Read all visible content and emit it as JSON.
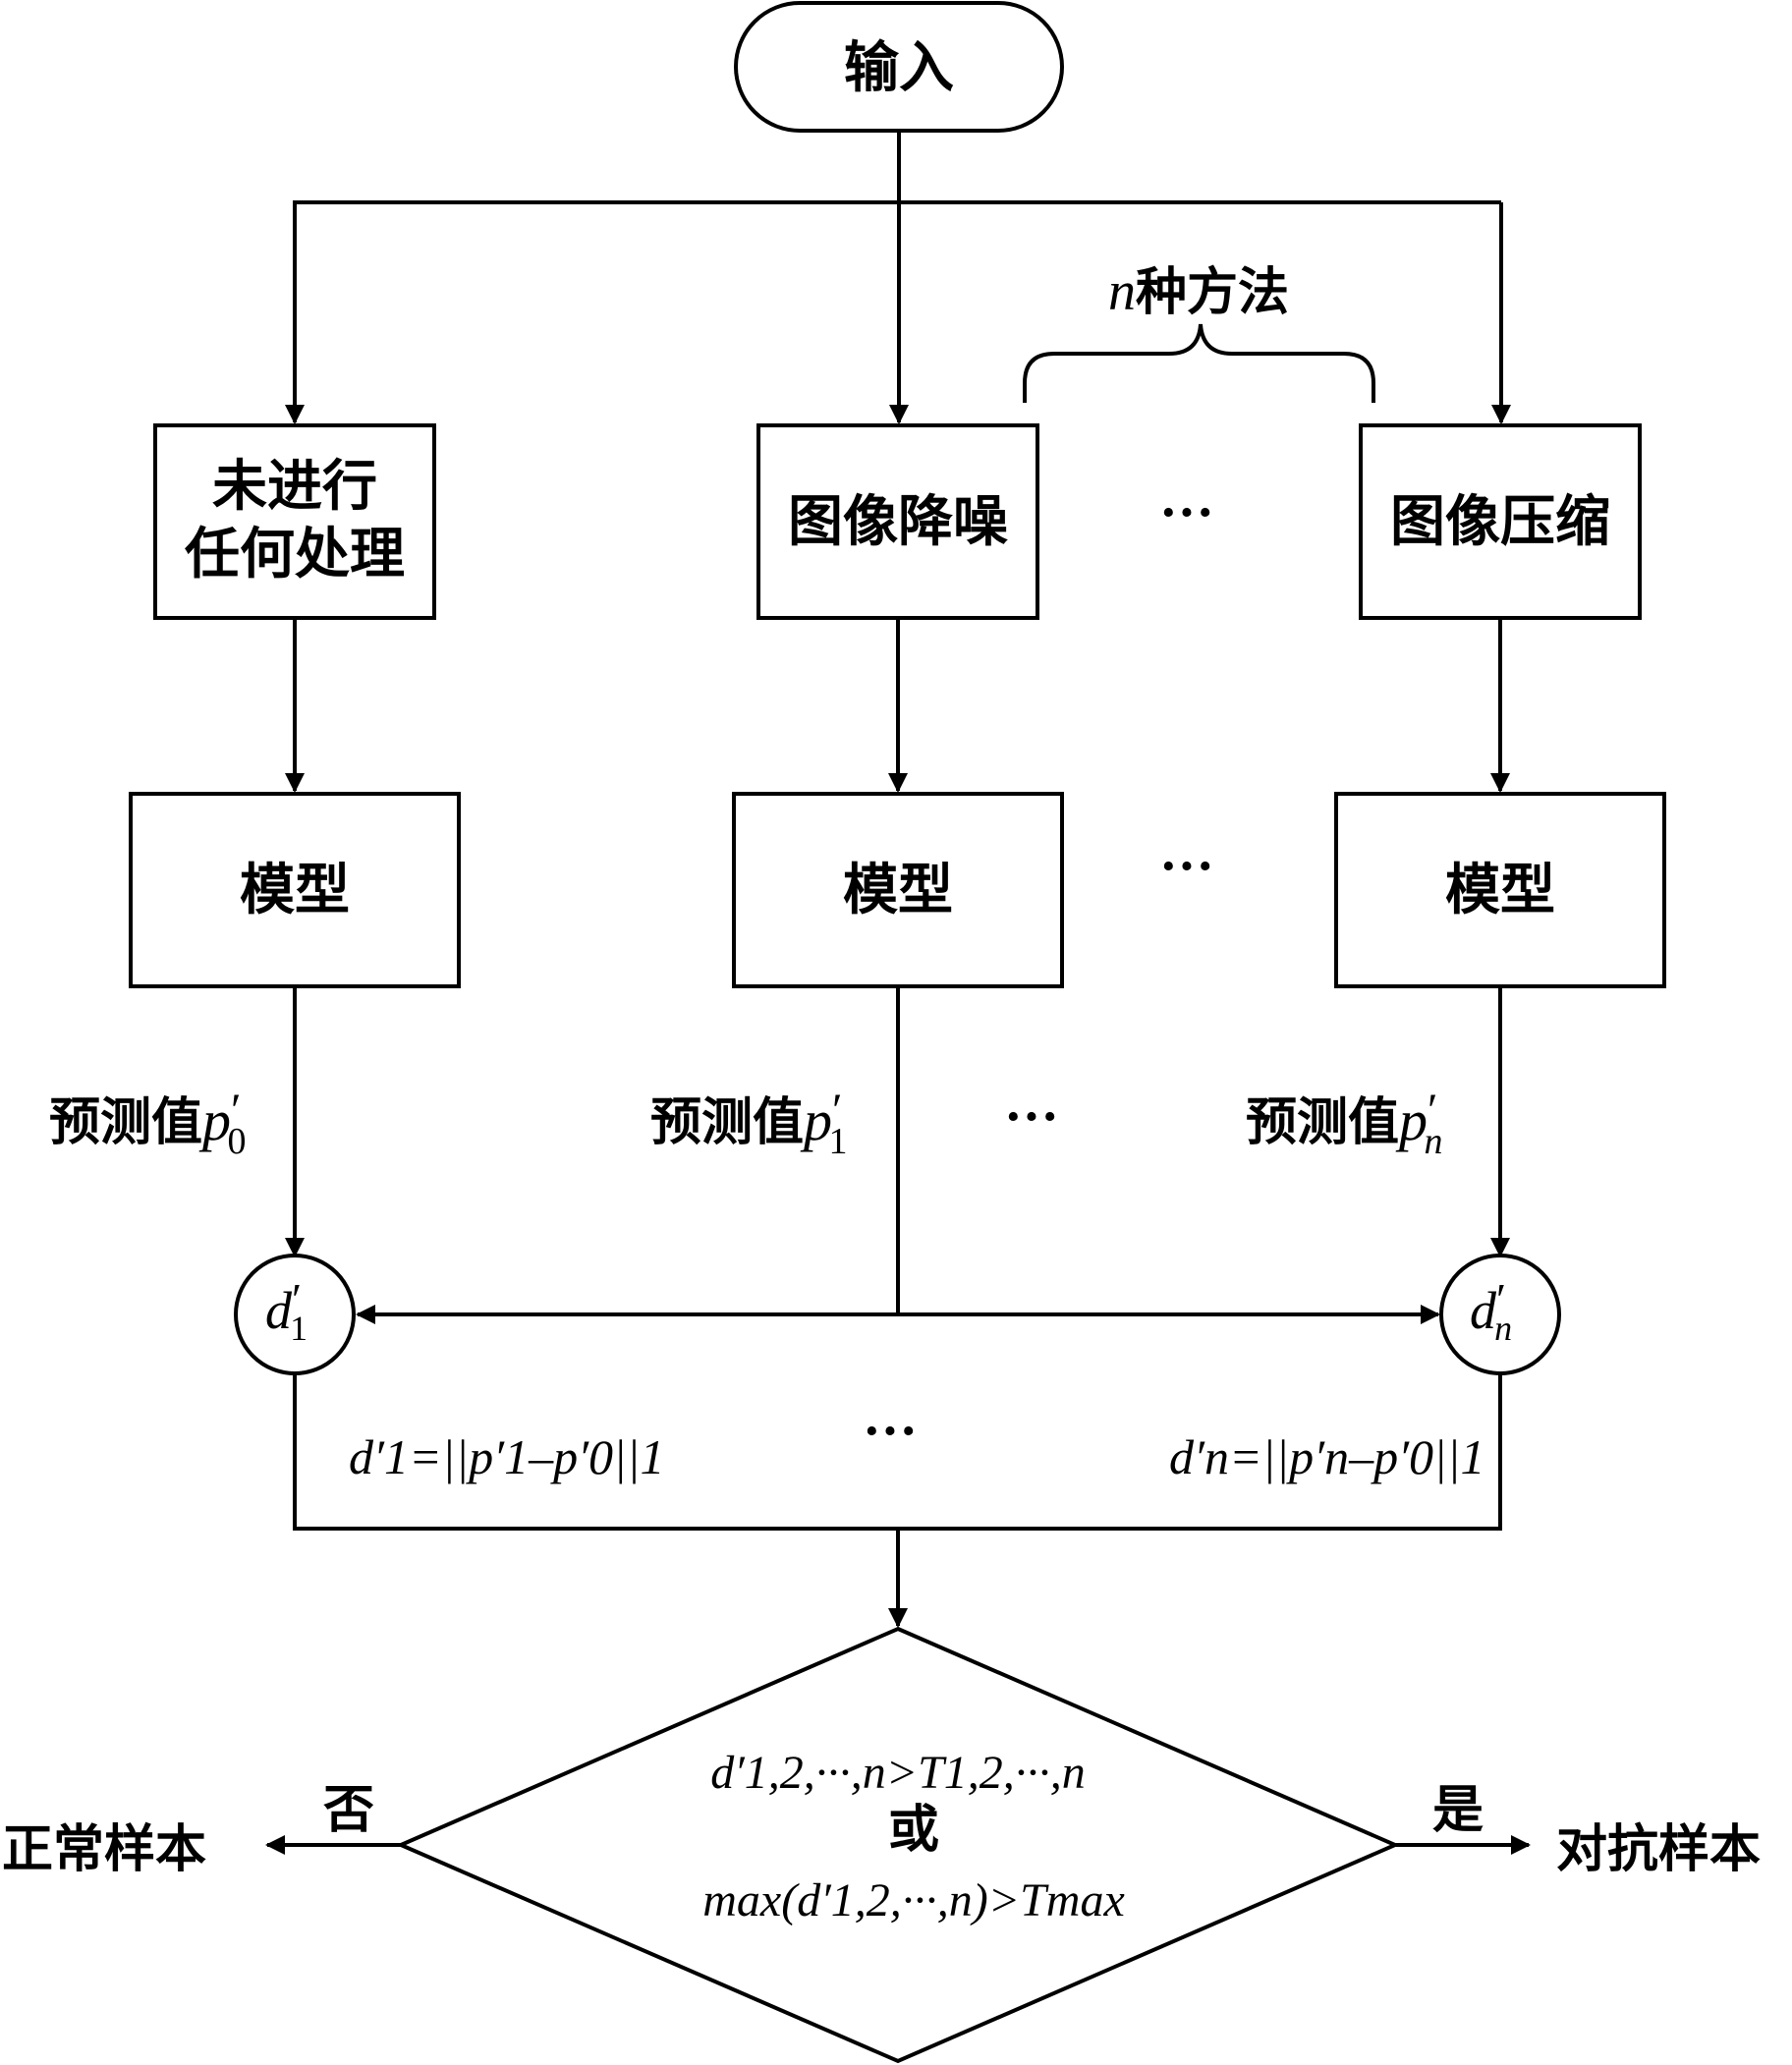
{
  "input": "输入",
  "methods_count_label": "种方法",
  "methods_count_var": "n",
  "branches": [
    {
      "process_line1": "未进行",
      "process_line2": "任何处理",
      "model": "模型",
      "pred_text": "预测值",
      "pred_var": "p",
      "pred_prime": "′",
      "pred_sub": "0"
    },
    {
      "process_line1": "图像降噪",
      "model": "模型",
      "pred_text": "预测值",
      "pred_var": "p",
      "pred_prime": "′",
      "pred_sub": "1"
    },
    {
      "process_line1": "图像压缩",
      "model": "模型",
      "pred_text": "预测值",
      "pred_var": "p",
      "pred_prime": "′",
      "pred_sub": "n"
    }
  ],
  "ellipsis": "···",
  "nodes": {
    "d1": {
      "var": "d",
      "prime": "′",
      "sub": "1"
    },
    "dn": {
      "var": "d",
      "prime": "′",
      "sub": "n"
    }
  },
  "formulas": {
    "d1": "d′1=||p′1–p′0||1",
    "dn": "d′n=||p′n–p′0||1"
  },
  "decision": {
    "line1": "d′1,2,···,n>T1,2,···,n",
    "line2": "或",
    "line3": "max(d′1,2,···,n)>Tmax"
  },
  "outcomes": {
    "no_label": "否",
    "no_result": "正常样本",
    "yes_label": "是",
    "yes_result": "对抗样本"
  }
}
